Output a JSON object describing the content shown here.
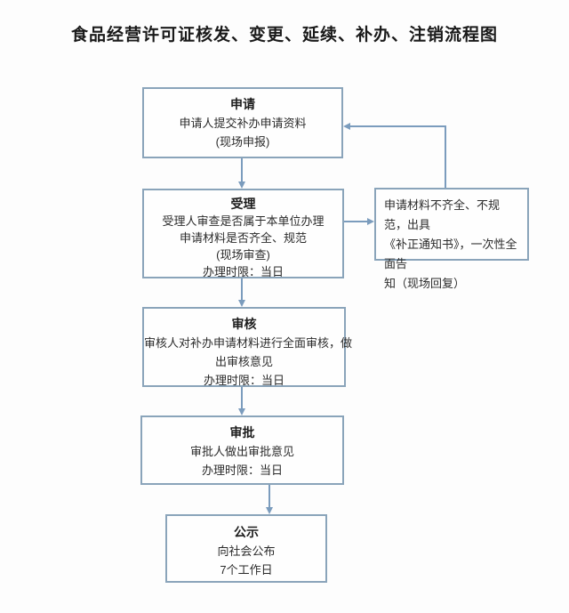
{
  "title": "食品经营许可证核发、变更、延续、补办、注销流程图",
  "colors": {
    "box_border": "#8aa4ba",
    "arrow": "#7b9cbd",
    "text": "#2b2b2b",
    "background": "#fdfdfd"
  },
  "flow": {
    "apply": {
      "title": "申请",
      "lines": [
        "申请人提交补办申请资料",
        "(现场申报)"
      ]
    },
    "accept": {
      "title": "受理",
      "lines": [
        "受理人审查是否属于本单位办理",
        "申请材料是否齐全、规范",
        "(现场审查)",
        "办理时限：当日"
      ]
    },
    "review": {
      "title": "审核",
      "lines": [
        "审核人对补办申请材料进行全面审核，做",
        "出审核意见",
        "办理时限：当日"
      ]
    },
    "approve": {
      "title": "审批",
      "lines": [
        "审批人做出审批意见",
        "办理时限：当日"
      ]
    },
    "publicity": {
      "title": "公示",
      "lines": [
        "向社会公布",
        "7个工作日"
      ]
    },
    "notice": {
      "lines": [
        "申请材料不齐全、不规范，出具",
        "《补正通知书》，一次性全面告",
        "知（现场回复）"
      ]
    }
  }
}
